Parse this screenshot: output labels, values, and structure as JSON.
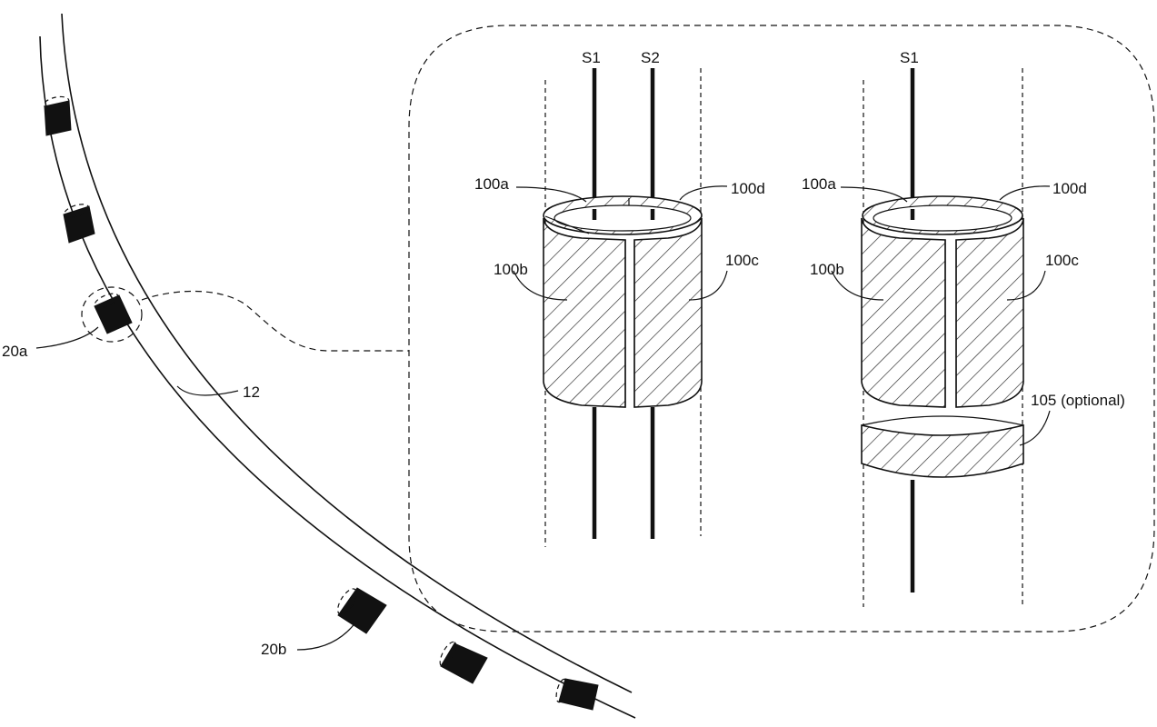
{
  "labels": {
    "electrode_a": "20a",
    "electrode_b": "20b",
    "shaft": "12",
    "sensor_1_left": "S1",
    "sensor_2_left": "S2",
    "sensor_1_right": "S1",
    "seg_a_left": "100a",
    "seg_d_left": "100d",
    "seg_b_left": "100b",
    "seg_c_left": "100c",
    "seg_a_right": "100a",
    "seg_d_right": "100d",
    "seg_b_right": "100b",
    "seg_c_right": "100c",
    "ring_optional": "105 (optional)"
  }
}
